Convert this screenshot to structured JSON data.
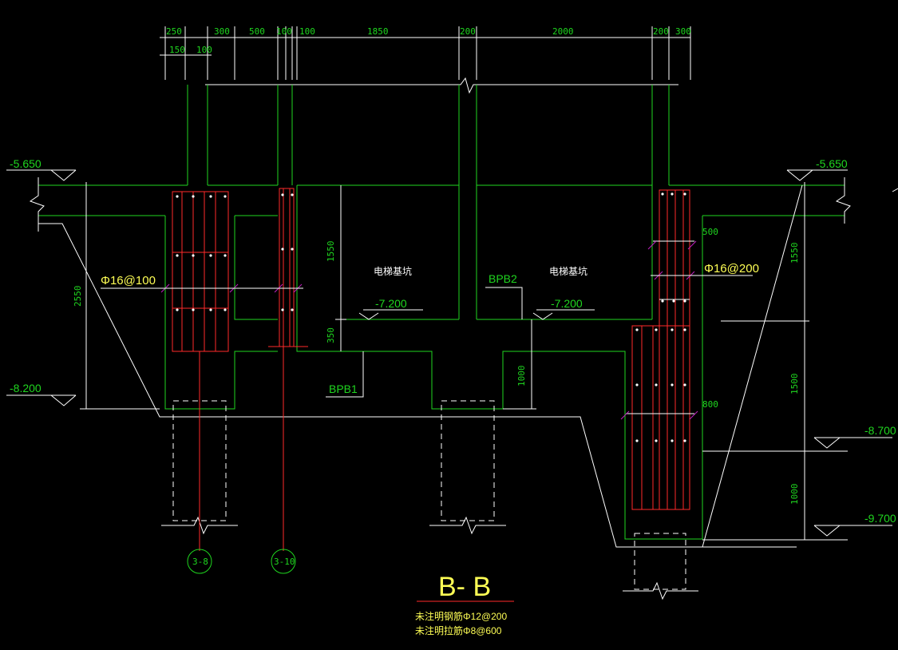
{
  "drawing": {
    "title": "B- B",
    "notes": [
      "未注明钢筋Φ12@200",
      "未注明拉筋Φ8@600"
    ]
  },
  "dimensions": {
    "top_row": [
      "250",
      "300",
      "500",
      "100",
      "100",
      "1850",
      "200",
      "2000",
      "200",
      "300"
    ],
    "second_row": [
      "150",
      "100"
    ],
    "left_height": "2550",
    "mid_1550": "1550",
    "mid_350": "350",
    "mid_1000": "1000",
    "right_500": "500",
    "right_1550": "1550",
    "right_800": "800",
    "right_1500": "1500",
    "right_1000": "1000"
  },
  "elevations": {
    "top_left": "-5.650",
    "top_right": "-5.650",
    "left_bottom": "-8.200",
    "pit_1": "-7.200",
    "pit_2": "-7.200",
    "right_1": "-8.700",
    "right_2": "-9.700"
  },
  "labels": {
    "pit_1": "电梯基坑",
    "pit_2": "电梯基坑",
    "bpb1": "BPB1",
    "bpb2": "BPB2",
    "rebar_left": "Φ16@100",
    "rebar_right": "Φ16@200"
  },
  "axes": [
    "3-8",
    "3-10"
  ],
  "colors": {
    "background": "#000000",
    "structure": "#1fd61f",
    "rebar": "#ff2a2a",
    "dimension": "#ffffff",
    "annotation": "#ffff55",
    "stirrup": "#c020c0"
  }
}
